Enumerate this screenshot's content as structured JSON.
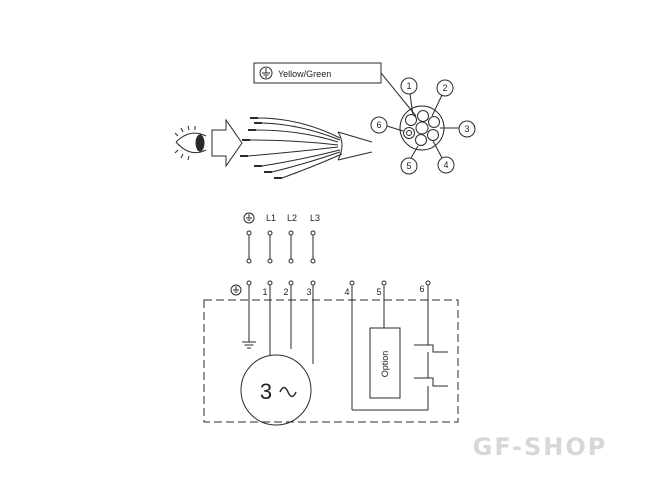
{
  "cable_view": {
    "earth_wire_label": "Yellow/Green",
    "conductor_numbers": [
      "1",
      "2",
      "3",
      "4",
      "5",
      "6"
    ]
  },
  "schematic": {
    "supply_terminals": [
      "L1",
      "L2",
      "L3"
    ],
    "terminal_numbers": [
      "1",
      "2",
      "3",
      "4",
      "5",
      "6"
    ],
    "motor_label": "3",
    "option_label": "Option"
  },
  "watermark": "GF-SHOP",
  "colors": {
    "line": "#2a2a2a",
    "watermark": "#d7d7d7"
  },
  "icons": [
    "eye-icon",
    "arrow-right-icon",
    "earth-ground-icon",
    "ac-tilde-icon",
    "switch-contact-icon"
  ]
}
